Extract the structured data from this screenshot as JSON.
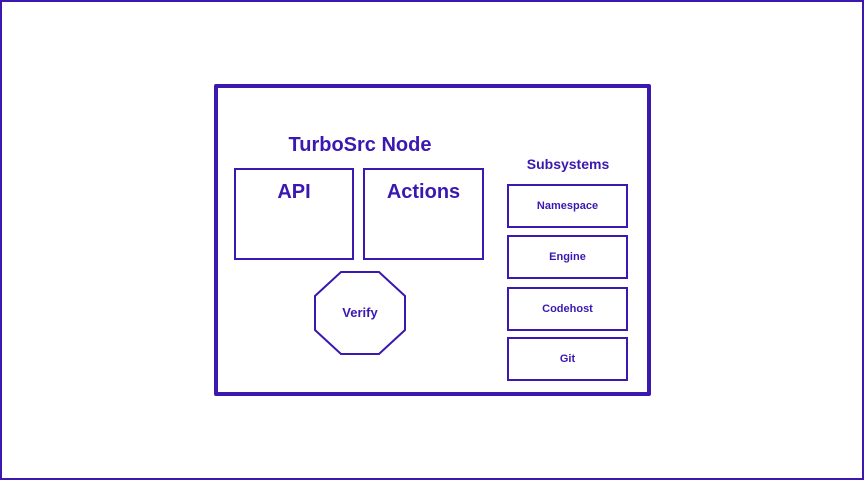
{
  "colors": {
    "stroke": "#3b18b0",
    "text": "#3b18b0",
    "background": "#ffffff"
  },
  "node": {
    "title": "TurboSrc Node",
    "api_label": "API",
    "actions_label": "Actions",
    "verify_label": "Verify"
  },
  "subsystems": {
    "title": "Subsystems",
    "items": [
      {
        "label": "Namespace"
      },
      {
        "label": "Engine"
      },
      {
        "label": "Codehost"
      },
      {
        "label": "Git"
      }
    ]
  }
}
